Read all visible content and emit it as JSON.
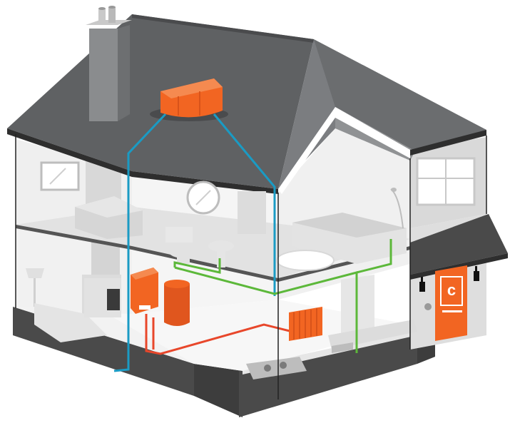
{
  "diagram": {
    "subject": "house-cutaway-heating-system",
    "components": [
      {
        "id": "cold-water-tank",
        "color": "#f26522"
      },
      {
        "id": "boiler",
        "color": "#f26522"
      },
      {
        "id": "hot-water-cylinder",
        "color": "#f26522"
      },
      {
        "id": "radiator",
        "color": "#f26522"
      },
      {
        "id": "front-door",
        "color": "#f26522"
      }
    ],
    "pipes": [
      {
        "id": "cold-feed-pipe",
        "color": "#1a9bc4"
      },
      {
        "id": "hot-water-pipe",
        "color": "#5cb83a"
      },
      {
        "id": "heating-circuit-pipe",
        "color": "#e8472b"
      }
    ],
    "palette": {
      "roof": "#555759",
      "roof-light": "#8a8c8e",
      "wall": "#e9e9e9",
      "floor": "#f2f2f2",
      "base": "#4a4a4a",
      "accent": "#f26522"
    },
    "icons": [
      "chimney-icon",
      "window-icon",
      "clock-icon",
      "toilet-icon",
      "sink-icon",
      "bath-icon",
      "lamp-icon",
      "fireplace-icon",
      "hob-icon",
      "wall-lamp-icon"
    ]
  }
}
